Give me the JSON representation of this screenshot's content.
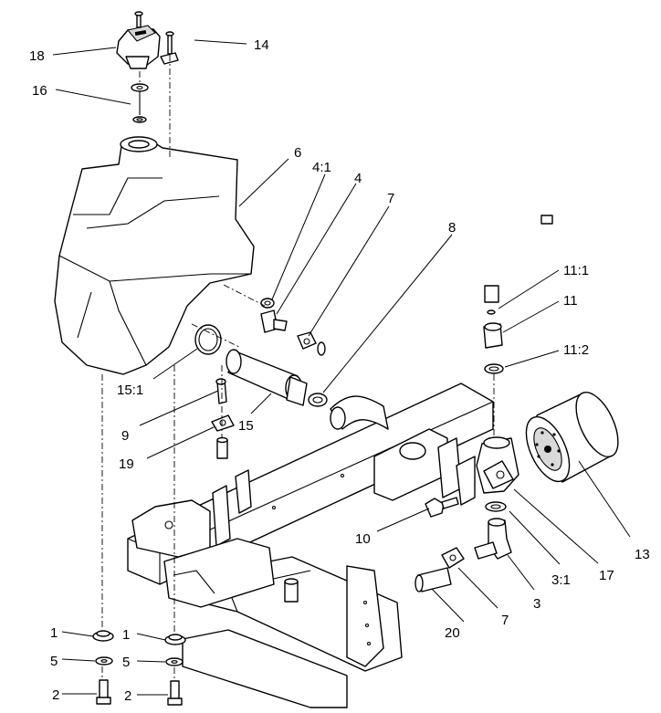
{
  "callouts": {
    "c18": "18",
    "c14": "14",
    "c16": "16",
    "c6": "6",
    "c4_1": "4:1",
    "c4": "4",
    "c7a": "7",
    "c8": "8",
    "c11_1": "11:1",
    "c11": "11",
    "c11_2": "11:2",
    "c15_1": "15:1",
    "c9": "9",
    "c15": "15",
    "c19": "19",
    "c10": "10",
    "c13": "13",
    "c17": "17",
    "c3_1": "3:1",
    "c3": "3",
    "c7b": "7",
    "c20": "20",
    "c1a": "1",
    "c1b": "1",
    "c5a": "5",
    "c5b": "5",
    "c2a": "2",
    "c2b": "2"
  },
  "style": {
    "line_color": "#000000",
    "background": "#ffffff"
  }
}
